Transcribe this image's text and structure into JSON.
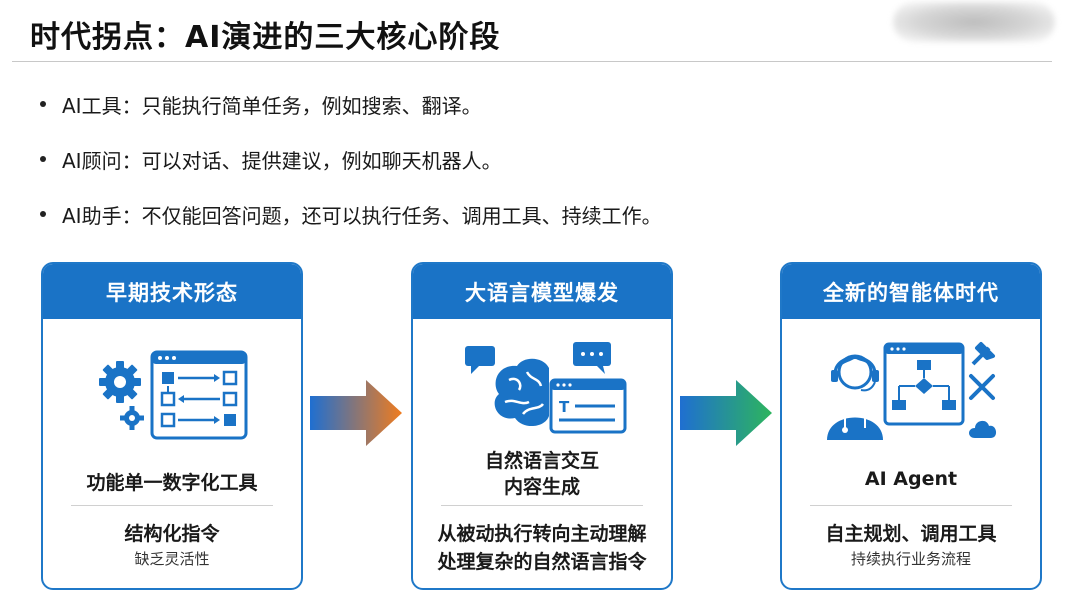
{
  "header": {
    "title": "时代拐点：AI演进的三大核心阶段"
  },
  "bullets": [
    {
      "text": "AI工具：只能执行简单任务，例如搜索、翻译。"
    },
    {
      "text": "AI顾问：可以对话、提供建议，例如聊天机器人。"
    },
    {
      "text": "AI助手：不仅能回答问题，还可以执行任务、调用工具、持续工作。"
    }
  ],
  "cards": [
    {
      "title": "早期技术形态",
      "label": "功能单一数字化工具",
      "sub1": "结构化指令",
      "note": "缺乏灵活性",
      "icon": "gear-workflow-icon"
    },
    {
      "title": "大语言模型爆发",
      "label1": "自然语言交互",
      "label2": "内容生成",
      "sub1": "从被动执行转向主动理解",
      "sub2": "处理复杂的自然语言指令",
      "icon": "brain-chat-icon"
    },
    {
      "title": "全新的智能体时代",
      "label": "AI Agent",
      "sub1": "自主规划、调用工具",
      "note": "持续执行业务流程",
      "icon": "agent-flowchart-icon"
    }
  ],
  "colors": {
    "accent": "#1a73c6",
    "arrow1_end": "#f07c1e",
    "arrow2_end": "#2db55d",
    "arrow_start": "#1f6fd1"
  }
}
